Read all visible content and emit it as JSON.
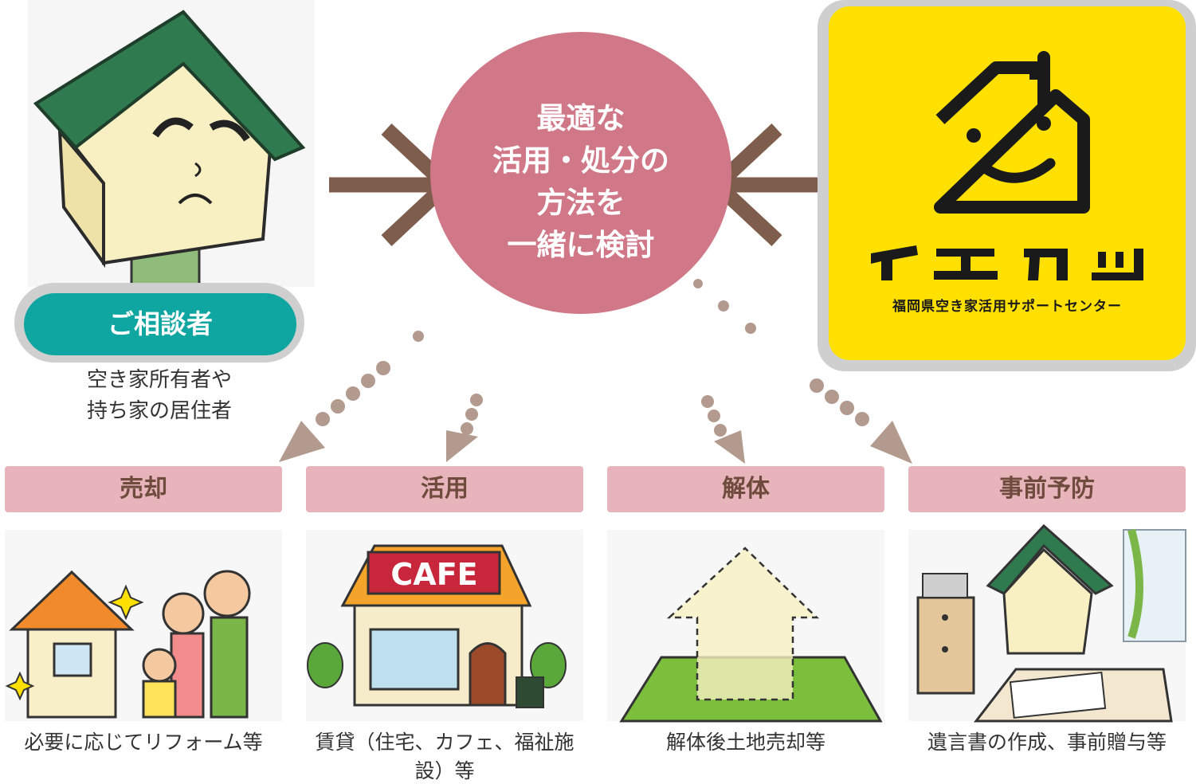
{
  "center": {
    "lines": [
      "最適な",
      "活用・処分の",
      "方法を",
      "一緒に検討"
    ]
  },
  "consultant": {
    "label": "ご相談者",
    "sub_lines": [
      "空き家所有者や",
      "持ち家の居住者"
    ]
  },
  "logo": {
    "name": "イエカツ",
    "subtitle": "福岡県空き家活用サポートセンター"
  },
  "categories": [
    {
      "title": "売却",
      "caption": "必要に応じてリフォーム等"
    },
    {
      "title": "活用",
      "caption": "賃貸（住宅、カフェ、福祉施設）等",
      "sign": "CAFE"
    },
    {
      "title": "解体",
      "caption": "解体後土地売却等"
    },
    {
      "title": "事前予防",
      "caption": "遺言書の作成、事前贈与等"
    }
  ],
  "colors": {
    "center": "#d07788",
    "consult": "#0fa6a1",
    "logo_bg": "#ffe000",
    "category_bg": "#e7b4bb",
    "arrow": "#7e5d4c"
  }
}
